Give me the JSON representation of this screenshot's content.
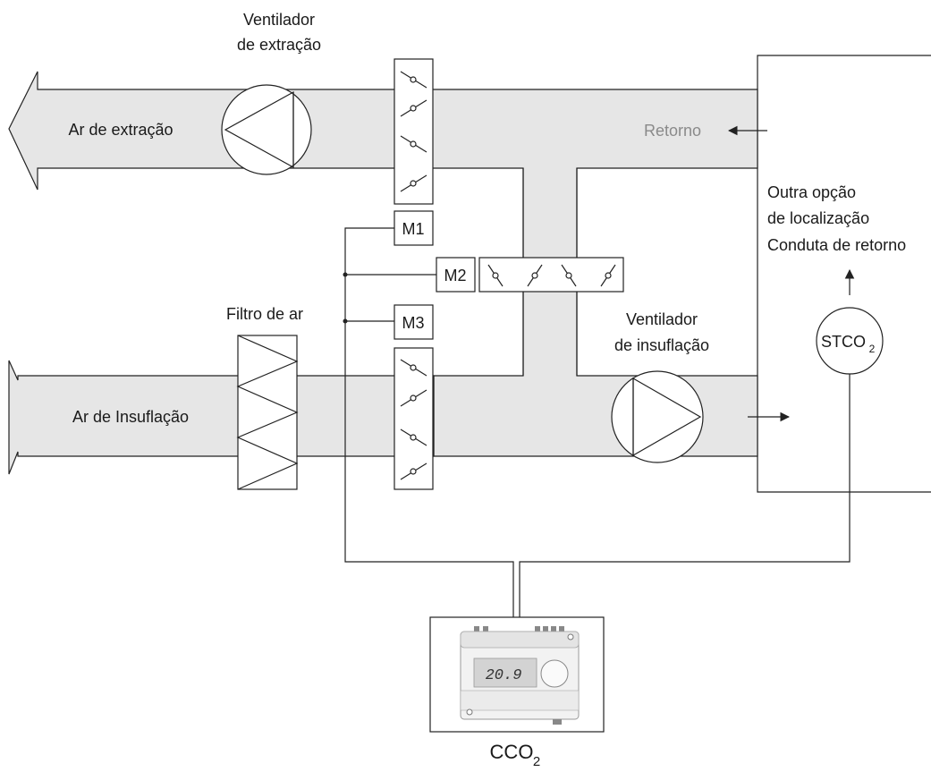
{
  "labels": {
    "exhaust_fan_line1": "Ventilador",
    "exhaust_fan_line2": "de extração",
    "exhaust_air": "Ar de extração",
    "return": "Retorno",
    "alt_location_line1": "Outra opção",
    "alt_location_line2": "de localização",
    "alt_location_line3": "Conduta de retorno",
    "air_filter": "Filtro de ar",
    "supply_fan_line1": "Ventilador",
    "supply_fan_line2": "de insuflação",
    "supply_air": "Ar de Insuflação",
    "sensor_main": "STCO",
    "sensor_sub": "2",
    "controller_main": "CCO",
    "controller_sub": "2"
  },
  "motors": {
    "m1": "M1",
    "m2": "M2",
    "m3": "M3"
  },
  "controller_display": {
    "reading": "20.9"
  },
  "colors": {
    "duct_fill": "#e6e6e6",
    "line": "#222222",
    "return_text": "#8a8a8a"
  }
}
